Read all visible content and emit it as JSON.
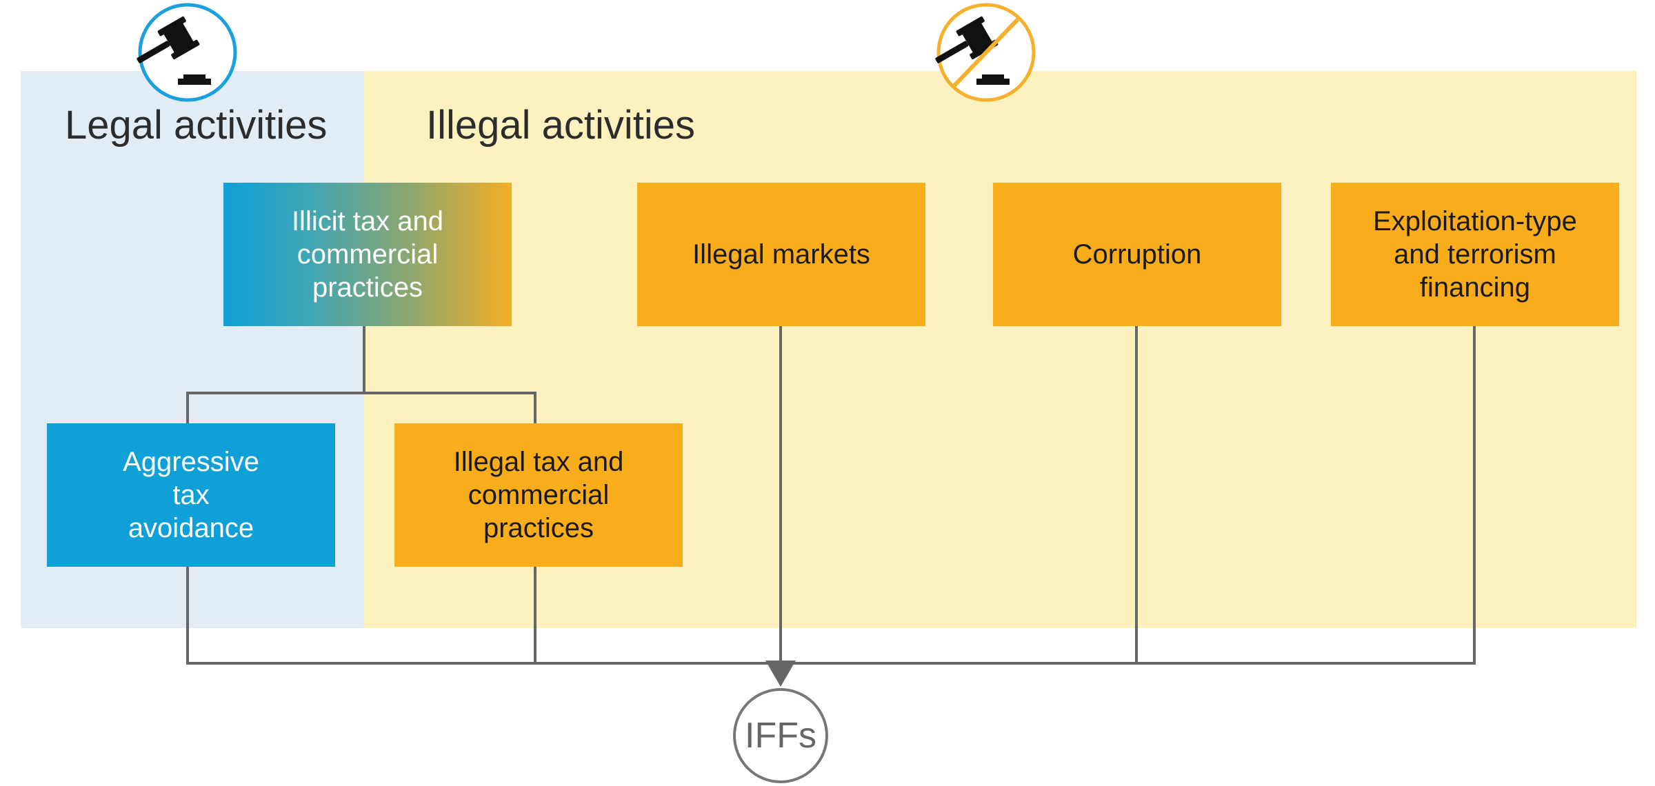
{
  "zones": {
    "legal_title": "Legal activities",
    "illegal_title": "Illegal activities"
  },
  "boxes": {
    "illicit": "Illicit tax and\ncommercial\npractices",
    "illegal_markets": "Illegal markets",
    "corruption": "Corruption",
    "exploitation": "Exploitation-type\nand terrorism\nfinancing",
    "aggressive": "Aggressive\ntax\navoidance",
    "illegal_tax": "Illegal tax and\ncommercial\npractices"
  },
  "iffs_label": "IFFs",
  "icons": {
    "legal": "gavel-icon",
    "illegal": "gavel-crossed-icon"
  },
  "colors": {
    "legal_bg": "#e2ecf4",
    "illegal_bg": "#fdf1c0",
    "blue": "#0fa0d7",
    "orange": "#f9ad1b",
    "connector": "#666666"
  }
}
